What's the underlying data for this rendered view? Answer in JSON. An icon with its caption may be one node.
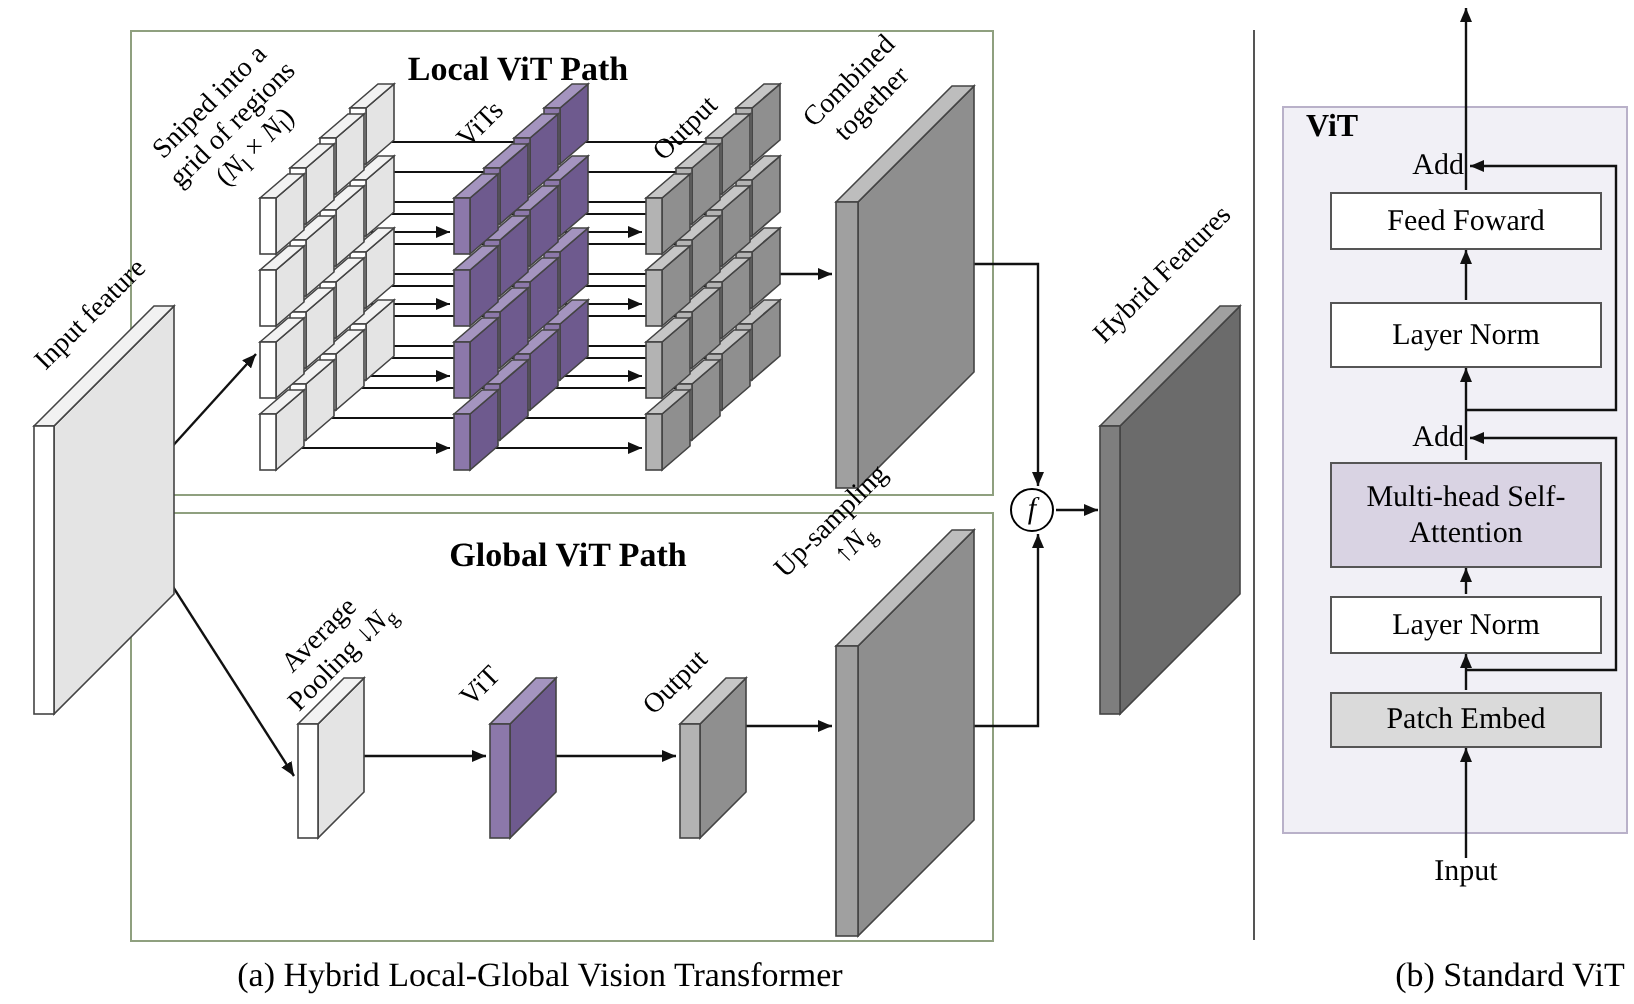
{
  "diagram": {
    "nodes": [
      {
        "text": [
          "Local ViT Path"
        ]
      },
      {
        "text": [
          "Input feature"
        ]
      },
      {
        "text": [
          "Sniped into a grid of regions (*N*$_{l}$ × *N*$_{l}$)"
        ],
        "in": 0
      },
      {
        "text": [
          "ViTs"
        ],
        "in": 0
      },
      {
        "text": [
          "Output"
        ],
        "in": 0
      },
      {
        "text": [
          "Combined together"
        ],
        "in": 0
      },
      {
        "text": [
          "Global ViT Path"
        ]
      },
      {
        "text": [
          "Average Pooling ↓*N*$_{g}$"
        ],
        "in": 6
      },
      {
        "text": [
          "ViT"
        ],
        "in": 6
      },
      {
        "text": [
          "Output"
        ],
        "in": 6
      },
      {
        "text": [
          "Up-sampling ↑*N*$_{g}$"
        ],
        "in": 6
      },
      {
        "text": [
          "f"
        ]
      },
      {
        "text": [
          "Hybrid Features"
        ]
      },
      {
        "text": [
          "ViT"
        ]
      },
      {
        "text": [
          "Add"
        ],
        "in": 13
      },
      {
        "text": [
          "Feed Foward"
        ],
        "in": 13
      },
      {
        "text": [
          "Layer Norm"
        ],
        "in": 13
      },
      {
        "text": [
          "Add"
        ],
        "in": 13
      },
      {
        "text": [
          "Multi-head Self-Attention"
        ],
        "in": 13
      },
      {
        "text": [
          "Layer Norm"
        ],
        "in": 13
      },
      {
        "text": [
          "Patch Embed"
        ],
        "in": 13
      },
      {
        "text": [
          "Input"
        ]
      }
    ],
    "edges": [
      {
        "from": 1,
        "to": 2,
        "arrow": "to"
      },
      {
        "from": 1,
        "to": 7,
        "arrow": "to"
      },
      {
        "from": 2,
        "to": 3,
        "arrow": "to"
      },
      {
        "from": 2,
        "to": 3,
        "arrow": "to"
      },
      {
        "from": 2,
        "to": 3,
        "arrow": "to"
      },
      {
        "from": 2,
        "to": 3,
        "arrow": "to"
      },
      {
        "from": 2,
        "to": 3,
        "arrow": "to"
      },
      {
        "from": 2,
        "to": 3,
        "arrow": "to"
      },
      {
        "from": 2,
        "to": 3,
        "arrow": "to"
      },
      {
        "from": 2,
        "to": 3,
        "arrow": "to"
      },
      {
        "from": 2,
        "to": 3,
        "arrow": "to"
      },
      {
        "from": 2,
        "to": 3,
        "arrow": "to"
      },
      {
        "from": 2,
        "to": 3,
        "arrow": "to"
      },
      {
        "from": 2,
        "to": 3,
        "arrow": "to"
      },
      {
        "from": 2,
        "to": 3,
        "arrow": "to"
      },
      {
        "from": 2,
        "to": 3,
        "arrow": "to"
      },
      {
        "from": 2,
        "to": 3,
        "arrow": "to"
      },
      {
        "from": 2,
        "to": 3,
        "arrow": "to"
      },
      {
        "from": 3,
        "to": 4,
        "arrow": "to"
      },
      {
        "from": 3,
        "to": 4,
        "arrow": "to"
      },
      {
        "from": 3,
        "to": 4,
        "arrow": "to"
      },
      {
        "from": 3,
        "to": 4,
        "arrow": "to"
      },
      {
        "from": 3,
        "to": 4,
        "arrow": "to"
      },
      {
        "from": 3,
        "to": 4,
        "arrow": "to"
      },
      {
        "from": 3,
        "to": 4,
        "arrow": "to"
      },
      {
        "from": 3,
        "to": 4,
        "arrow": "to"
      },
      {
        "from": 3,
        "to": 4,
        "arrow": "to"
      },
      {
        "from": 3,
        "to": 4,
        "arrow": "to"
      },
      {
        "from": 3,
        "to": 4,
        "arrow": "to"
      },
      {
        "from": 3,
        "to": 4,
        "arrow": "to"
      },
      {
        "from": 3,
        "to": 4,
        "arrow": "to"
      },
      {
        "from": 3,
        "to": 4,
        "arrow": "to"
      },
      {
        "from": 3,
        "to": 4,
        "arrow": "to"
      },
      {
        "from": 3,
        "to": 4,
        "arrow": "to"
      },
      {
        "from": 4,
        "to": 5,
        "arrow": "to"
      },
      {
        "from": 5,
        "to": 11,
        "arrow": "to"
      },
      {
        "from": 7,
        "to": 8,
        "arrow": "to"
      },
      {
        "from": 8,
        "to": 9,
        "arrow": "to"
      },
      {
        "from": 9,
        "to": 10,
        "arrow": "to"
      },
      {
        "from": 10,
        "to": 11,
        "arrow": "to"
      },
      {
        "from": 11,
        "to": 12,
        "arrow": "to"
      },
      {
        "from": 21,
        "to": 20,
        "arrow": "to"
      },
      {
        "from": 20,
        "to": 19,
        "arrow": "to"
      },
      {
        "from": 19,
        "to": 18,
        "arrow": "to"
      },
      {
        "from": 18,
        "to": 17,
        "arrow": "none"
      },
      {
        "from": 17,
        "to": 16,
        "arrow": "to"
      },
      {
        "from": 16,
        "to": 15,
        "arrow": "to"
      },
      {
        "from": 15,
        "to": 14,
        "arrow": "none"
      },
      {
        "from": 14,
        "to": null,
        "arrow": "to"
      },
      {
        "from": 20,
        "to": 17,
        "arrow": "to"
      },
      {
        "from": 17,
        "to": 14,
        "arrow": "to"
      }
    ],
    "labels": [
      "(a) Hybrid Local-Global Vision Transformer",
      "(b) Standard ViT"
    ]
  }
}
